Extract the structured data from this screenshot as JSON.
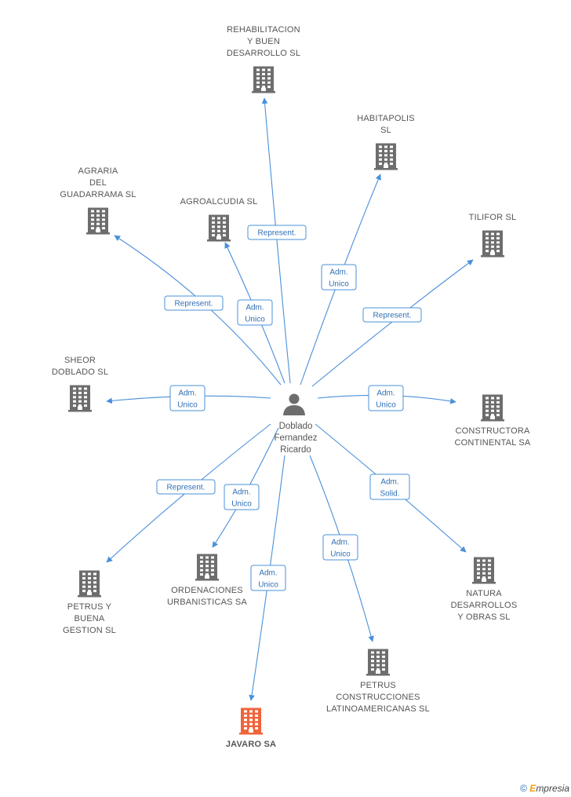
{
  "center": {
    "name_lines": [
      "Doblado",
      "Fernandez",
      "Ricardo"
    ],
    "icon": "person-icon"
  },
  "nodes": [
    {
      "id": "rehabilitacion",
      "lines": [
        "REHABILITACION",
        "Y BUEN",
        "DESARROLLO SL"
      ],
      "label_above": true,
      "highlight": false
    },
    {
      "id": "habitapolis",
      "lines": [
        "HABITAPOLIS",
        "SL"
      ],
      "label_above": true,
      "highlight": false
    },
    {
      "id": "agraria",
      "lines": [
        "AGRARIA",
        "DEL",
        "GUADARRAMA SL"
      ],
      "label_above": true,
      "highlight": false
    },
    {
      "id": "agroalcudia",
      "lines": [
        "AGROALCUDIA SL"
      ],
      "label_above": true,
      "highlight": false
    },
    {
      "id": "tilifor",
      "lines": [
        "TILIFOR SL"
      ],
      "label_above": true,
      "highlight": false
    },
    {
      "id": "sheor",
      "lines": [
        "SHEOR",
        "DOBLADO SL"
      ],
      "label_above": true,
      "highlight": false
    },
    {
      "id": "constructora",
      "lines": [
        "CONSTRUCTORA",
        "CONTINENTAL SA"
      ],
      "label_above": false,
      "highlight": false
    },
    {
      "id": "petrus_buena",
      "lines": [
        "PETRUS Y",
        "BUENA",
        "GESTION SL"
      ],
      "label_above": false,
      "highlight": false
    },
    {
      "id": "ordenaciones",
      "lines": [
        "ORDENACIONES",
        "URBANISTICAS SA"
      ],
      "label_above": false,
      "highlight": false
    },
    {
      "id": "natura",
      "lines": [
        "NATURA",
        "DESARROLLOS",
        "Y OBRAS SL"
      ],
      "label_above": false,
      "highlight": false
    },
    {
      "id": "petrus_const",
      "lines": [
        "PETRUS",
        "CONSTRUCCIONES",
        "LATINOAMERICANAS SL"
      ],
      "label_above": false,
      "highlight": false
    },
    {
      "id": "javaro",
      "lines": [
        "JAVARO SA"
      ],
      "label_above": false,
      "highlight": true
    }
  ],
  "edges": [
    {
      "to": "rehabilitacion",
      "label": [
        "Represent."
      ]
    },
    {
      "to": "habitapolis",
      "label": [
        "Adm.",
        "Unico"
      ]
    },
    {
      "to": "agraria",
      "label": [
        "Represent."
      ]
    },
    {
      "to": "agroalcudia",
      "label": [
        "Adm.",
        "Unico"
      ]
    },
    {
      "to": "tilifor",
      "label": [
        "Represent."
      ]
    },
    {
      "to": "sheor",
      "label": [
        "Adm.",
        "Unico"
      ]
    },
    {
      "to": "constructora",
      "label": [
        "Adm.",
        "Unico"
      ]
    },
    {
      "to": "petrus_buena",
      "label": [
        "Represent."
      ]
    },
    {
      "to": "ordenaciones",
      "label": [
        "Adm.",
        "Unico"
      ]
    },
    {
      "to": "natura",
      "label": [
        "Adm.",
        "Solid."
      ]
    },
    {
      "to": "petrus_const",
      "label": [
        "Adm.",
        "Unico"
      ]
    },
    {
      "to": "javaro",
      "label": [
        "Adm.",
        "Unico"
      ]
    }
  ],
  "colors": {
    "edge": "#4a90d9",
    "building": "#6d6d6d",
    "building_highlight": "#f0643a",
    "person": "#6d6d6d"
  },
  "footer": {
    "copyright": "©",
    "brand_initial": "E",
    "brand_rest": "mpresia"
  }
}
